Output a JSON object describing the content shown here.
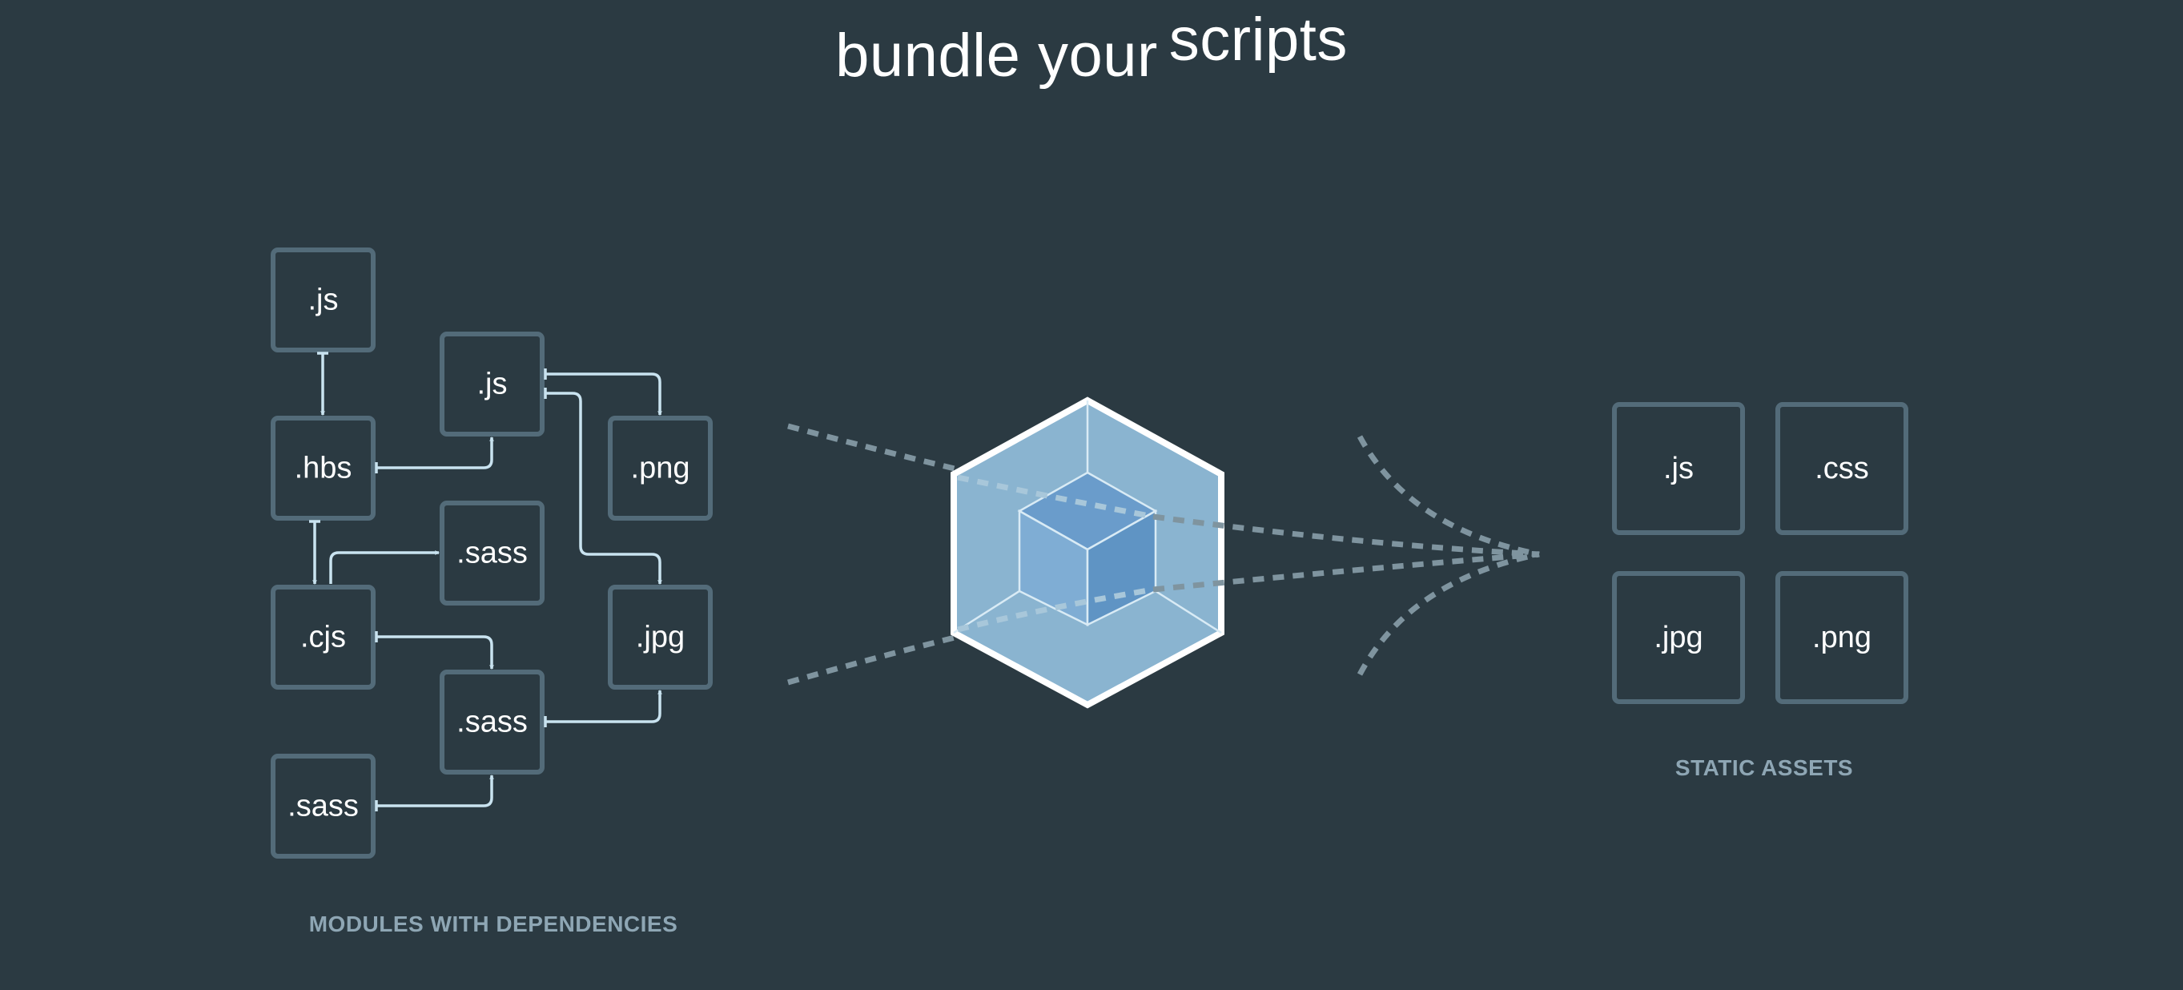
{
  "title": {
    "part1": "bundle your",
    "part2": "scripts"
  },
  "modules": {
    "caption": "MODULES WITH DEPENDENCIES",
    "items": [
      {
        "label": ".js"
      },
      {
        "label": ".hbs"
      },
      {
        "label": ".cjs"
      },
      {
        "label": ".sass"
      },
      {
        "label": ".js"
      },
      {
        "label": ".sass"
      },
      {
        "label": ".sass"
      },
      {
        "label": ".png"
      },
      {
        "label": ".jpg"
      }
    ]
  },
  "assets": {
    "caption": "STATIC ASSETS",
    "items": [
      {
        "label": ".js"
      },
      {
        "label": ".css"
      },
      {
        "label": ".jpg"
      },
      {
        "label": ".png"
      }
    ]
  },
  "bundler": {
    "icon": "webpack-cube-icon"
  },
  "colors": {
    "background": "#2b3a42",
    "box_stroke": "#536b79",
    "arrow": "#c9e3f0",
    "caption": "#8ea6b4",
    "cube_outer": "#8ab4d0",
    "cube_inner": "#5f94c4"
  }
}
